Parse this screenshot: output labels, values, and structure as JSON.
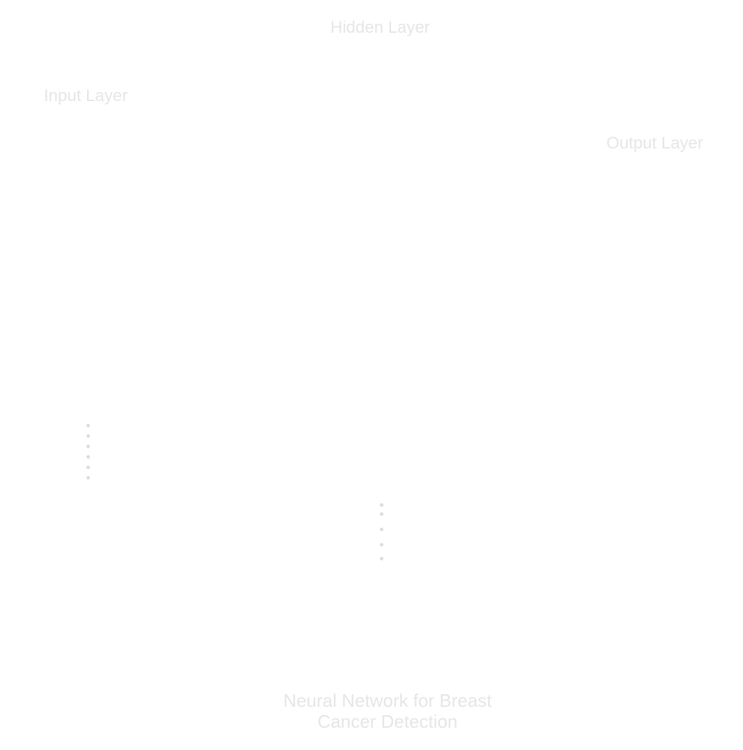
{
  "diagram": {
    "layers": {
      "input": "Input Layer",
      "hidden": "Hidden Layer",
      "output": "Output Layer"
    },
    "title_lines": [
      "Neural Network for Breast",
      "Cancer Detection"
    ],
    "colors": {
      "text": "#e6e6e6",
      "dots": "#dcdcdc",
      "background": "#ffffff"
    }
  }
}
